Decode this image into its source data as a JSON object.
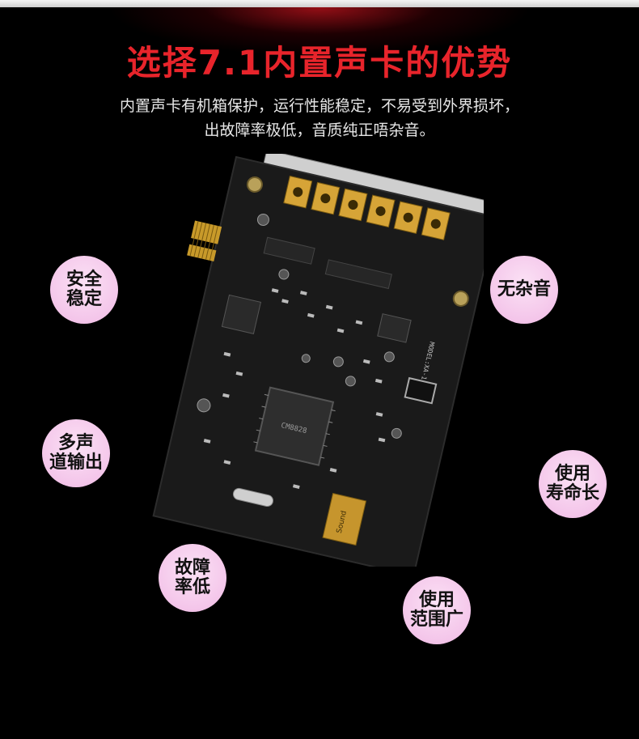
{
  "header": {
    "title": "选择7.1内置声卡的优势",
    "subtitle_line1": "内置声卡有机箱保护，运行性能稳定，不易受到外界损坏，",
    "subtitle_line2": "出故障率极低，音质纯正唔杂音。"
  },
  "board": {
    "model_label": "MODEL:XA-1",
    "chip_label": "CM8828",
    "logo_text": "Sound"
  },
  "features": [
    {
      "line1": "安全",
      "line2": "稳定"
    },
    {
      "line1": "无杂音",
      "line2": ""
    },
    {
      "line1": "多声",
      "line2": "道输出"
    },
    {
      "line1": "使用",
      "line2": "寿命长"
    },
    {
      "line1": "故障",
      "line2": "率低"
    },
    {
      "line1": "使用",
      "line2": "范围广"
    }
  ],
  "colors": {
    "background": "#000000",
    "title": "#e8242b",
    "bubble": "#f4c6ea"
  }
}
